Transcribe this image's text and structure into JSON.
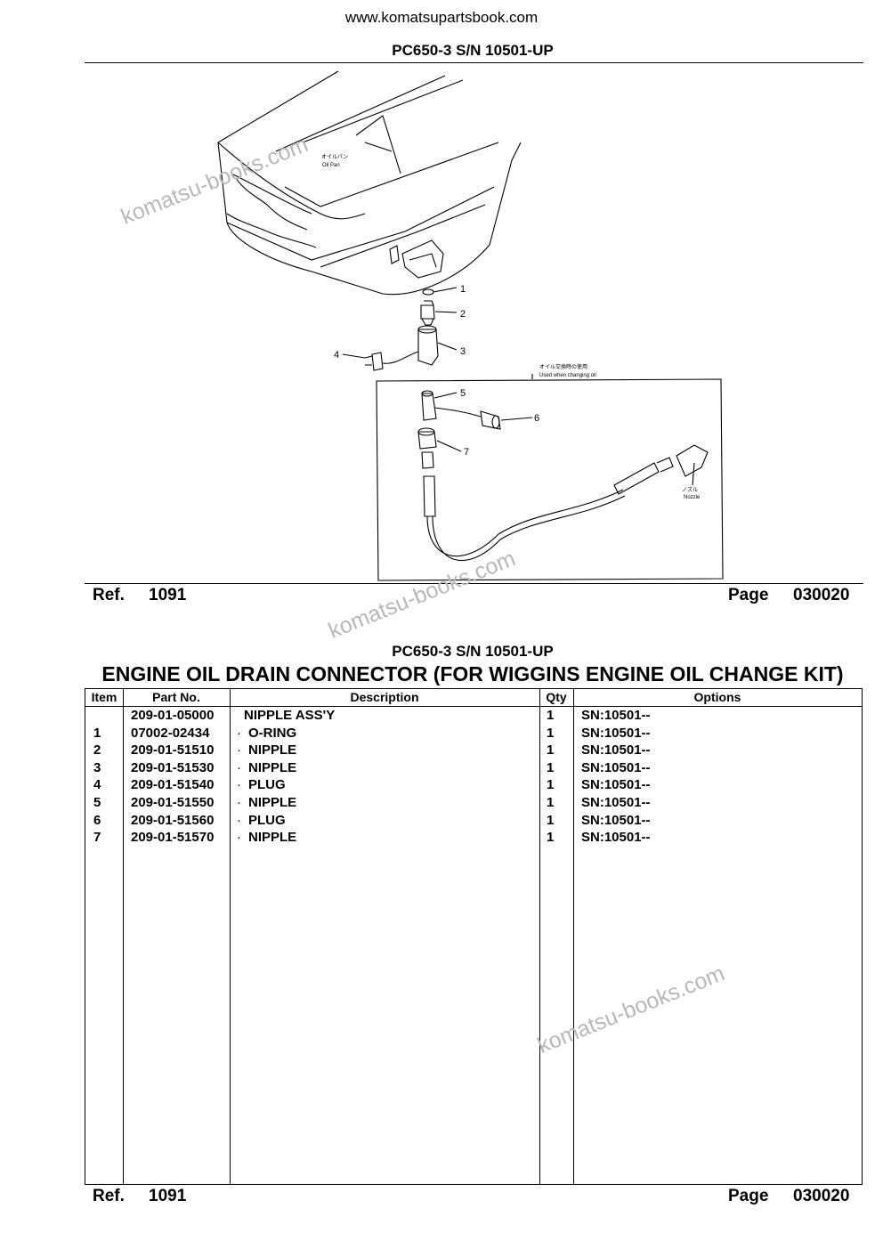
{
  "site_url": "www.komatsupartsbook.com",
  "model": "PC650-3 S/N 10501-UP",
  "title": "ENGINE OIL DRAIN CONNECTOR (FOR WIGGINS ENGINE OIL CHANGE KIT)",
  "footer": {
    "ref_label": "Ref.",
    "ref_value": "1091",
    "page_label": "Page",
    "page_value": "030020"
  },
  "watermark": "komatsu-books.com",
  "diagram": {
    "oil_pan_jp": "オイルパン",
    "oil_pan_en": "Oil Pan",
    "used_when_jp": "オイル交換時の使用",
    "used_when_en": "Used when changing oil",
    "nozzle_jp": "ノズル",
    "nozzle_en": "Nozzle",
    "callouts": [
      "1",
      "2",
      "3",
      "4",
      "5",
      "6",
      "7"
    ]
  },
  "table": {
    "headers": {
      "item": "Item",
      "part": "Part No.",
      "desc": "Description",
      "qty": "Qty",
      "opt": "Options"
    },
    "rows": [
      {
        "item": "",
        "part": "209-01-05000",
        "dot": "",
        "desc": "NIPPLE ASS'Y",
        "qty": "1",
        "opt": "SN:10501--"
      },
      {
        "item": "1",
        "part": "07002-02434",
        "dot": "·",
        "desc": "O-RING",
        "qty": "1",
        "opt": "SN:10501--"
      },
      {
        "item": "2",
        "part": "209-01-51510",
        "dot": "·",
        "desc": "NIPPLE",
        "qty": "1",
        "opt": "SN:10501--"
      },
      {
        "item": "3",
        "part": "209-01-51530",
        "dot": "·",
        "desc": "NIPPLE",
        "qty": "1",
        "opt": "SN:10501--"
      },
      {
        "item": "4",
        "part": "209-01-51540",
        "dot": "·",
        "desc": "PLUG",
        "qty": "1",
        "opt": "SN:10501--"
      },
      {
        "item": "5",
        "part": "209-01-51550",
        "dot": "·",
        "desc": "NIPPLE",
        "qty": "1",
        "opt": "SN:10501--"
      },
      {
        "item": "6",
        "part": "209-01-51560",
        "dot": "·",
        "desc": "PLUG",
        "qty": "1",
        "opt": "SN:10501--"
      },
      {
        "item": "7",
        "part": "209-01-51570",
        "dot": "·",
        "desc": "NIPPLE",
        "qty": "1",
        "opt": "SN:10501--"
      }
    ]
  }
}
